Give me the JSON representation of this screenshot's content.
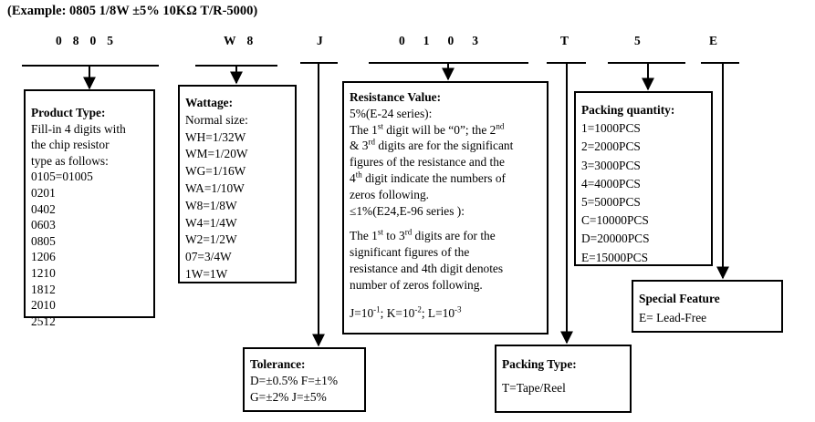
{
  "title": "(Example: 0805 1/8W ±5% 10KΩ T/R-5000)",
  "codes": {
    "size": "0805",
    "wattage": "W8",
    "tolerance": "J",
    "resistance": "0103",
    "packing_type": "T",
    "packing_qty": "5",
    "special": "E"
  },
  "product_type": {
    "heading": "Product Type:",
    "lines": [
      "Fill-in 4 digits with",
      "the chip resistor",
      "type as follows:",
      "0105=01005",
      "0201",
      "0402",
      "0603",
      "0805",
      "1206",
      "1210",
      "1812",
      "2010",
      "2512"
    ]
  },
  "wattage": {
    "heading": "Wattage:",
    "lines": [
      "Normal size:",
      "WH=1/32W",
      "WM=1/20W",
      "WG=1/16W",
      "WA=1/10W",
      "W8=1/8W",
      "W4=1/4W",
      "W2=1/2W",
      "07=3/4W",
      "1W=1W"
    ]
  },
  "tolerance": {
    "heading": "Tolerance:",
    "lines": [
      "D=±0.5%  F=±1%",
      "G=±2%  J=±5%"
    ]
  },
  "resistance": {
    "heading": "Resistance Value:",
    "l1": "5%(E-24 series):",
    "l2a": "The 1",
    "l2s": "st",
    "l2b": " digit will be “0”; the 2",
    "l2s2": "nd",
    "l3a": "& 3",
    "l3s": "rd",
    "l3b": " digits are for the significant",
    "l4": "figures of the resistance and the",
    "l5a": "4",
    "l5s": "th",
    "l5b": " digit indicate the numbers of",
    "l6": "zeros following.",
    "l7": "≤1%(E24,E-96 series ):",
    "l8a": "The 1",
    "l8s": "st",
    "l8b": " to 3",
    "l8s2": "rd",
    "l8c": " digits are for the",
    "l9": "significant figures of the",
    "l10": "resistance and 4th digit denotes",
    "l11": "number of zeros following.",
    "l12a": "J=10",
    "l12s": "-1",
    "l12b": "; K=10",
    "l12s2": "-2",
    "l12c": "; L=10",
    "l12s3": "-3"
  },
  "packing_type": {
    "heading": "Packing Type:",
    "lines": [
      "T=Tape/Reel"
    ]
  },
  "packing_qty": {
    "heading": "Packing quantity:",
    "lines": [
      "1=1000PCS",
      "2=2000PCS",
      "3=3000PCS",
      "4=4000PCS",
      "5=5000PCS",
      "C=10000PCS",
      "D=20000PCS",
      "E=15000PCS"
    ]
  },
  "special": {
    "heading": "Special Feature",
    "lines": [
      "E= Lead-Free"
    ]
  }
}
